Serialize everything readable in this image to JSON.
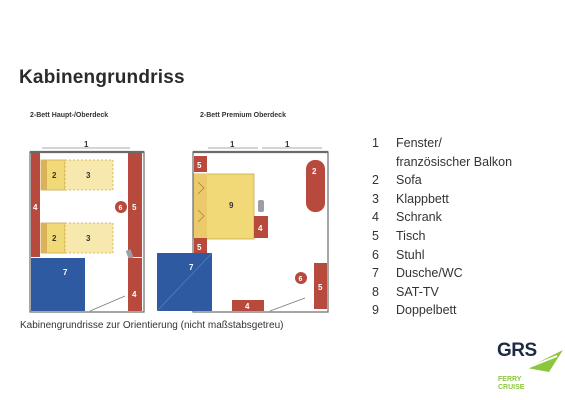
{
  "title": "Kabinengrundriss",
  "plans": {
    "left_label": "2-Bett Haupt-/Oberdeck",
    "right_label": "2-Bett Premium Oberdeck",
    "caption": "Kabinengrundrisse zur Orientierung (nicht maßstabsgetreu)"
  },
  "left_plan": {
    "window_marker": "1",
    "sofa_top": "2",
    "bed_top": "3",
    "sofa_bottom": "2",
    "bed_bottom": "3",
    "wardrobe": "4",
    "chair": "6",
    "table": "5",
    "shower": "7",
    "wardrobe_bottom": "4"
  },
  "right_plan": {
    "window_marker_left": "1",
    "window_marker_right": "1",
    "table_top": "5",
    "sofa": "2",
    "double_bed": "9",
    "wardrobe_right": "4",
    "table_left": "5",
    "shower": "7",
    "chair": "6",
    "table_right": "5",
    "wardrobe_bottom": "4"
  },
  "legend": [
    {
      "num": "1",
      "label": "Fenster/",
      "cont": "französischer Balkon"
    },
    {
      "num": "2",
      "label": "Sofa"
    },
    {
      "num": "3",
      "label": "Klappbett"
    },
    {
      "num": "4",
      "label": "Schrank"
    },
    {
      "num": "5",
      "label": "Tisch"
    },
    {
      "num": "6",
      "label": "Stuhl"
    },
    {
      "num": "7",
      "label": "Dusche/WC"
    },
    {
      "num": "8",
      "label": "SAT-TV"
    },
    {
      "num": "9",
      "label": "Doppelbett"
    }
  ],
  "logo": {
    "text": "GRS",
    "line1": "FERRY",
    "line2": "CRUISE"
  },
  "colors": {
    "wall": "#b74a3c",
    "bed": "#f2d978",
    "shower": "#2d5aa0",
    "sofa_dark": "#d9b25a",
    "text": "#2a2a2a"
  }
}
